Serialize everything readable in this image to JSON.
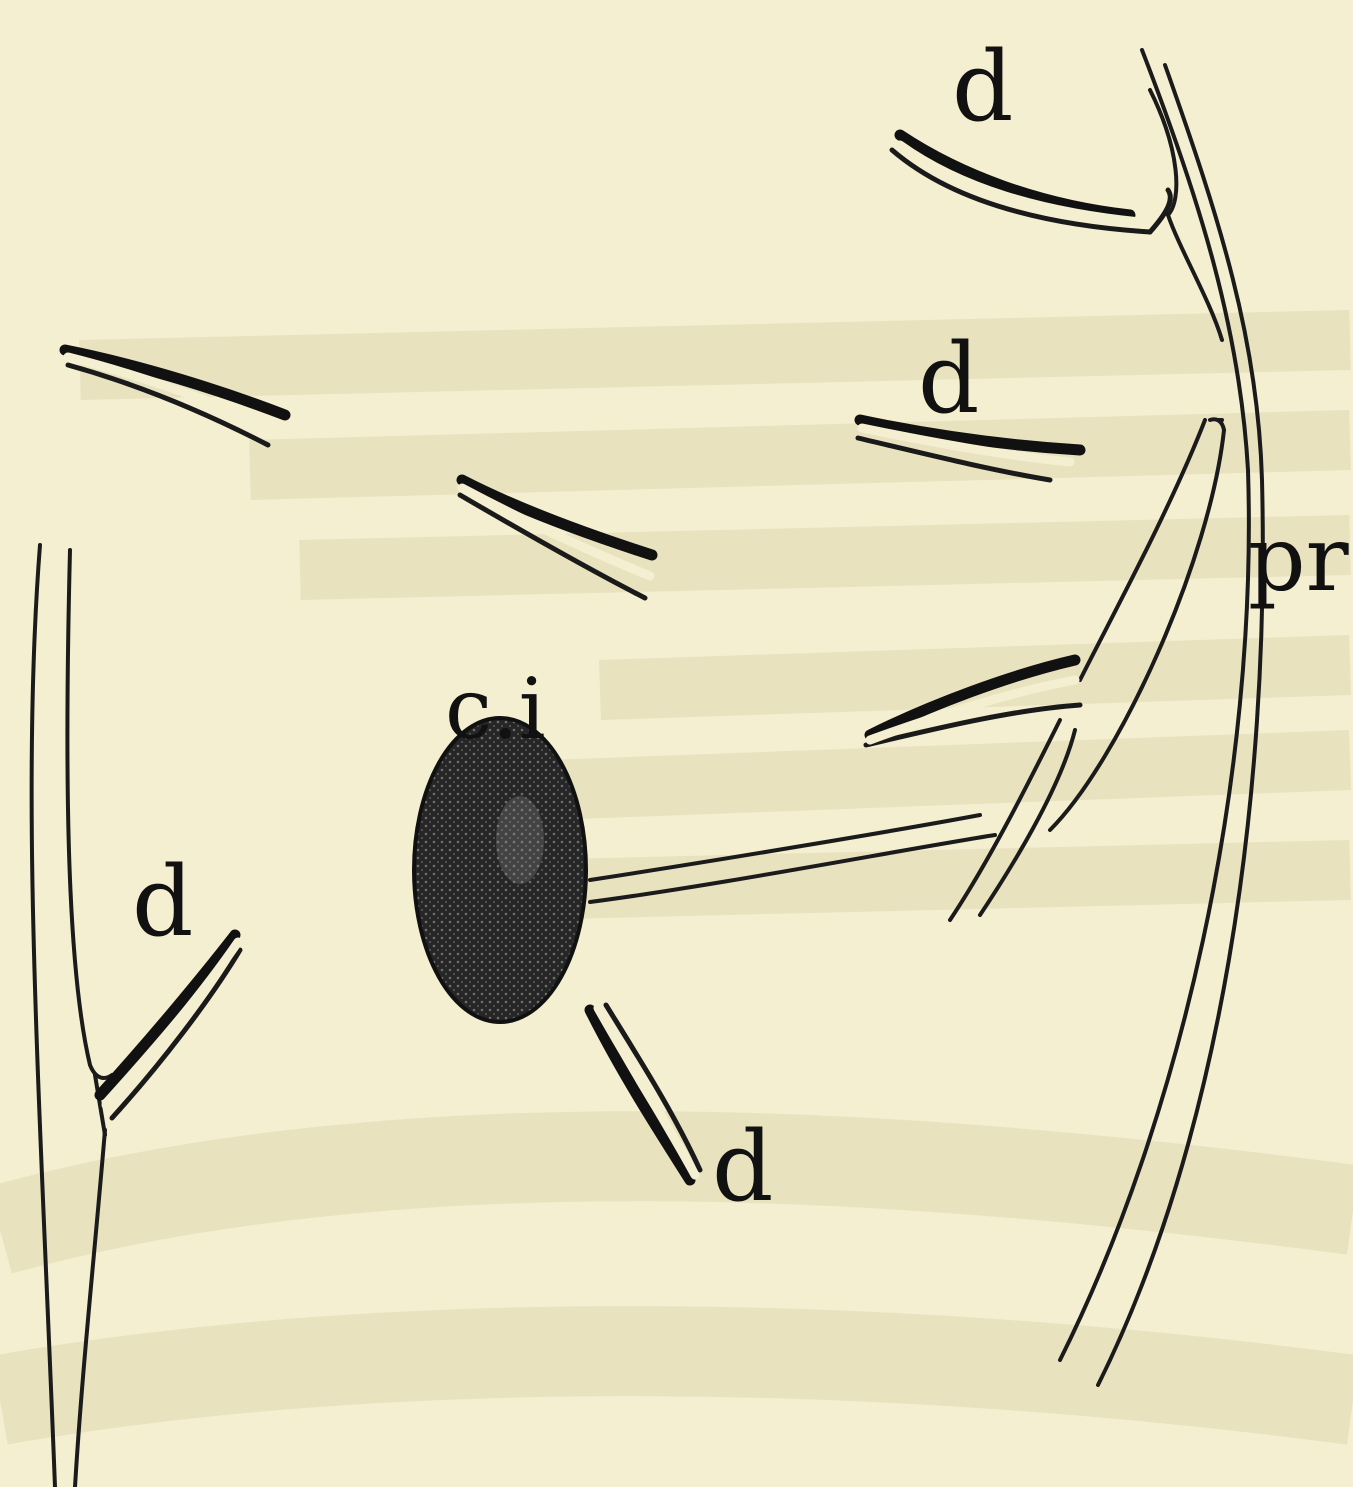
{
  "figure": {
    "colors": {
      "paper": "#f4efd0",
      "ink": "#111111",
      "cell": "#1e1e1e"
    },
    "labels": {
      "d_top": "d",
      "d_upper_right": "d",
      "d_left": "d",
      "d_bottom": "d",
      "cell": "c.i",
      "process": "pr"
    }
  }
}
